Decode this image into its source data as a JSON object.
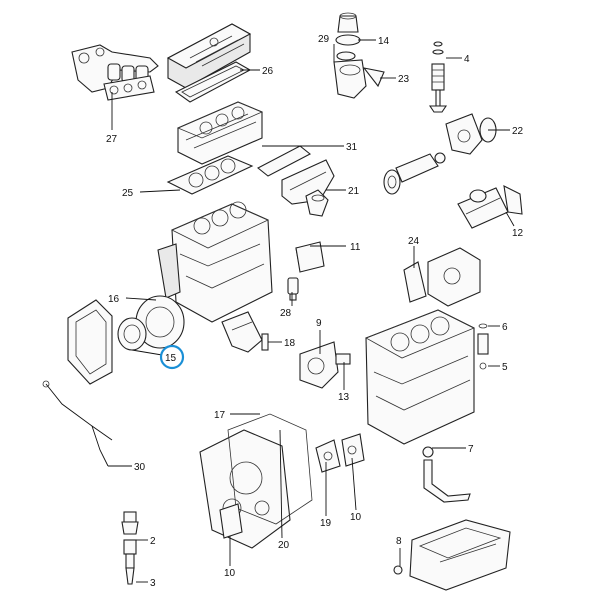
{
  "diagram": {
    "highlight_color": "#1a8fd6",
    "highlighted_callout": "15",
    "callouts": {
      "c2": "2",
      "c3": "3",
      "c4": "4",
      "c5": "5",
      "c6": "6",
      "c7": "7",
      "c8": "8",
      "c9": "9",
      "c10a": "10",
      "c10b": "10",
      "c11": "11",
      "c12": "12",
      "c13": "13",
      "c14": "14",
      "c15": "15",
      "c16": "16",
      "c17": "17",
      "c18": "18",
      "c19": "19",
      "c20": "20",
      "c21": "21",
      "c22": "22",
      "c23": "23",
      "c24": "24",
      "c25": "25",
      "c26": "26",
      "c27": "27",
      "c28": "28",
      "c29": "29",
      "c30": "30",
      "c31": "31"
    }
  }
}
